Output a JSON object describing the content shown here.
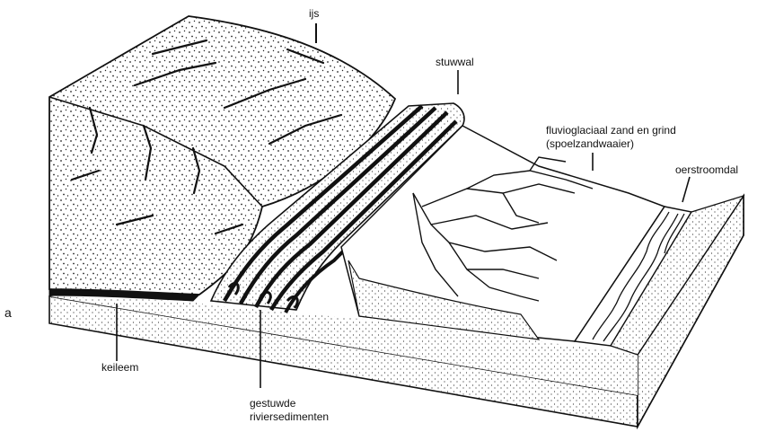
{
  "figure": {
    "panel_letter": "a",
    "labels": {
      "ice": "ijs",
      "push_moraine": "stuwwal",
      "outwash": "fluvioglaciaal zand en grind",
      "outwash_sub": "(spoelzandwaaier)",
      "meltwater_valley": "oerstroomdal",
      "till": "keileem",
      "pushed_sediments_1": "gestuwde",
      "pushed_sediments_2": "riviersedimenten"
    }
  }
}
